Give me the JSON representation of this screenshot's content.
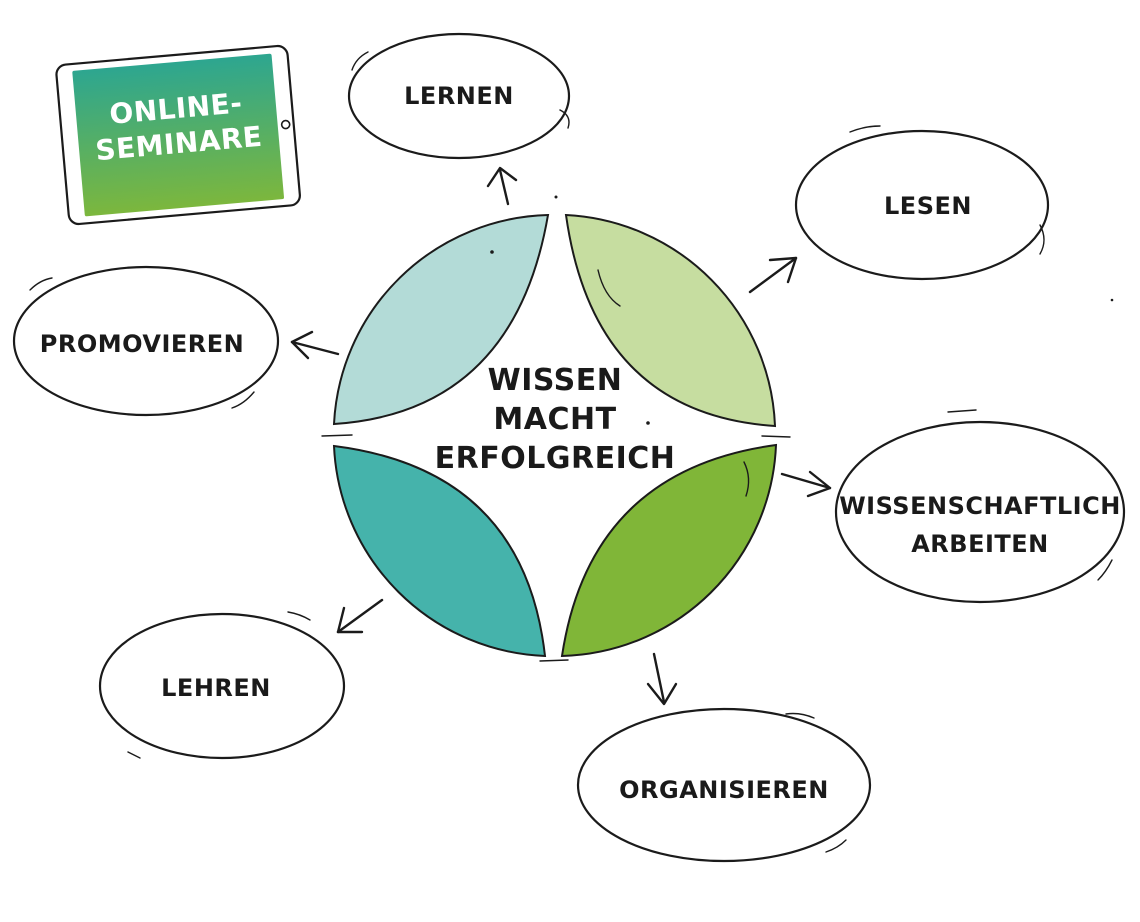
{
  "badge": {
    "line1": "ONLINE-",
    "line2": "SEMINARE"
  },
  "center": {
    "line1": "WISSEN",
    "line2": "MACHT",
    "line3": "ERFOLGREICH"
  },
  "nodes": {
    "lernen": "LERNEN",
    "lesen": "LESEN",
    "promovieren": "PROMOVIEREN",
    "wissenschaftlich_line1": "WISSENSCHAFTLICH",
    "wissenschaftlich_line2": "ARBEITEN",
    "lehren": "LEHREN",
    "organisieren": "ORGANISIEREN"
  },
  "colors": {
    "petal_top_left": "#b3dbd7",
    "petal_top_right": "#c6dda0",
    "petal_bottom_left": "#45b3ab",
    "petal_bottom_right": "#80b638",
    "badge_gradient_top": "#2da690",
    "badge_gradient_bottom": "#7cb73d"
  }
}
